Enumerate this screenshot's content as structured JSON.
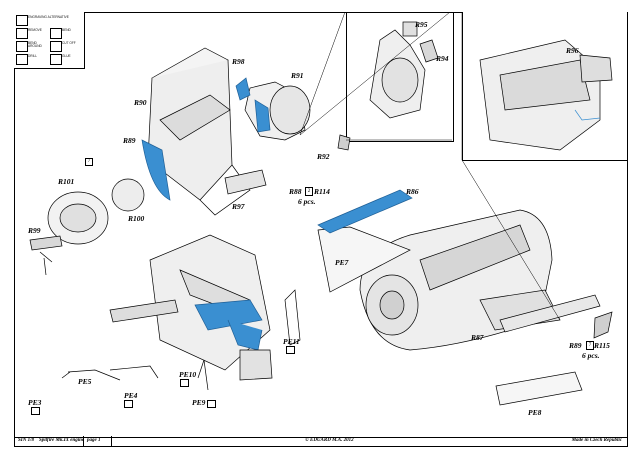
{
  "legend": {
    "rows": [
      {
        "left": "ENGRAVING ALTERNATIVE",
        "right": ""
      },
      {
        "left": "REMOVE",
        "right": "BEND"
      },
      {
        "left": "BEND AROUND",
        "right": "CUT OFF"
      },
      {
        "left": "DRILL",
        "right": "GLUE"
      }
    ]
  },
  "parts": {
    "R90": "R90",
    "R89": "R89",
    "R98": "R98",
    "R91": "R91",
    "R95": "R95",
    "R94": "R94",
    "R96": "R96",
    "R92": "R92",
    "R97": "R97",
    "R101": "R101",
    "R100": "R100",
    "R99": "R99",
    "R88": "R88",
    "R114": "R114",
    "R86": "R86",
    "R87": "R87",
    "PE7": "PE7",
    "PE8": "PE8",
    "PE11": "PE11",
    "PE10": "PE10",
    "PE9": "PE9",
    "PE5": "PE5",
    "PE4": "PE4",
    "PE3": "PE3",
    "R89b": "R89",
    "R115": "R115"
  },
  "counts": {
    "r88_qty": "6 pcs.",
    "r89_qty": "6 pcs.",
    "r88_box": "2",
    "r89_box": "7",
    "r101_box": "7"
  },
  "footer": {
    "code": "SIN 1/8",
    "title": "Spitfire Mk.IX engine",
    "page": "page 1",
    "copyright": "© EDUARD M.A. 2012",
    "made_in": "Made in Czech Republic"
  },
  "colors": {
    "highlight": "#3a8fd1",
    "line": "#000000"
  }
}
